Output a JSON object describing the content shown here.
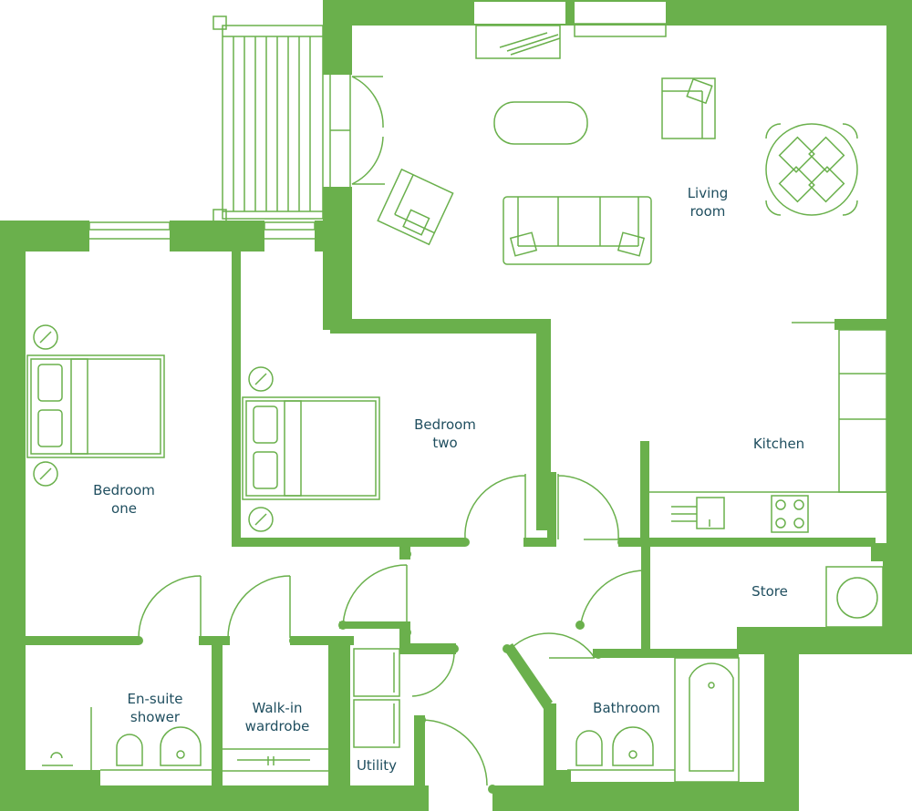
{
  "colors": {
    "wall": "#6ab04c",
    "label": "#1f4e5f",
    "background": "#ffffff"
  },
  "rooms": {
    "living_room": {
      "line1": "Living",
      "line2": "room"
    },
    "kitchen": {
      "line1": "Kitchen"
    },
    "bedroom_two": {
      "line1": "Bedroom",
      "line2": "two"
    },
    "bedroom_one": {
      "line1": "Bedroom",
      "line2": "one"
    },
    "store": {
      "line1": "Store"
    },
    "ensuite_shower": {
      "line1": "En-suite",
      "line2": "shower"
    },
    "walk_in_wardrobe": {
      "line1": "Walk-in",
      "line2": "wardrobe"
    },
    "utility": {
      "line1": "Utility"
    },
    "bathroom": {
      "line1": "Bathroom"
    }
  }
}
